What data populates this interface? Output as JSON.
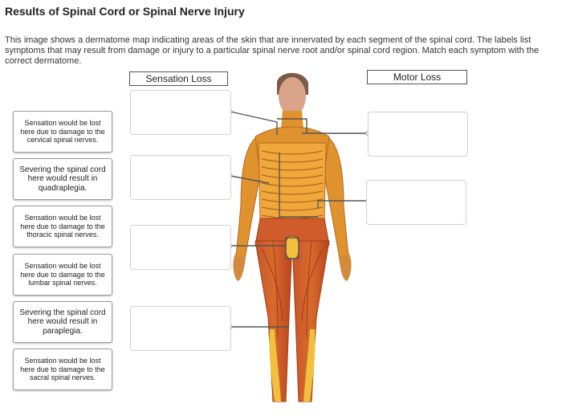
{
  "page": {
    "title": "Results of Spinal Cord or Spinal Nerve Injury",
    "instructions": "This image shows a dermatome map indicating areas of the skin that are innervated by each segment of the spinal cord. The labels list symptoms that may result from damage or injury to a particular spinal nerve root and/or spinal cord region. Match each symptom with the correct dermatome."
  },
  "columns": {
    "sensation_loss": "Sensation Loss",
    "motor_loss": "Motor Loss"
  },
  "labels": [
    "Sensation would be lost here due to damage to the cervical spinal nerves.",
    "Severing the spinal cord here would result in quadraplegia.",
    "Sensation would be lost here due to damage to the thoracic spinal nerves.",
    "Sensation would be lost here due to damage to the lumbar spinal nerves.",
    "Severing the spinal cord here would result in paraplegia.",
    "Sensation would be lost here due to damage to the sacral spinal nerves."
  ],
  "colors": {
    "skin": "#d9a48a",
    "cervical": "#e0922f",
    "thoracic": "#f0a83c",
    "lumbar": "#cf5c2a",
    "sacral": "#b9461f",
    "yellow": "#f1c03d",
    "leader": "#555555"
  }
}
